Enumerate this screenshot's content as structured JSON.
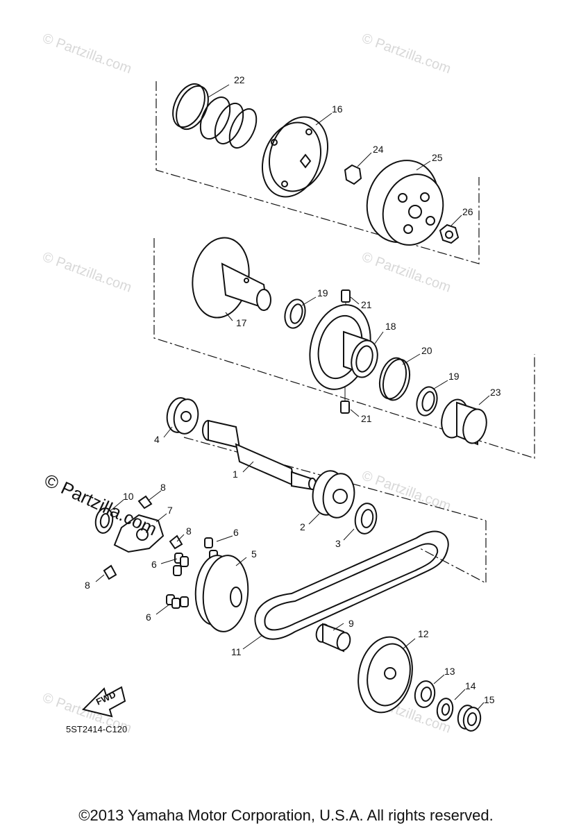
{
  "diagram_code": "5ST2414-C120",
  "fwd_label": "FWD",
  "copyright": "©2013 Yamaha Motor Corporation, U.S.A. All rights reserved.",
  "watermark": "© Partzilla.com",
  "watermark_main": "© Partzilla.com",
  "callouts": [
    "22",
    "16",
    "24",
    "25",
    "26",
    "17",
    "19",
    "21",
    "18",
    "20",
    "19",
    "23",
    "21",
    "4",
    "1",
    "2",
    "3",
    "10",
    "8",
    "7",
    "8",
    "6",
    "6",
    "5",
    "8",
    "6",
    "9",
    "11",
    "12",
    "13",
    "14",
    "15"
  ]
}
